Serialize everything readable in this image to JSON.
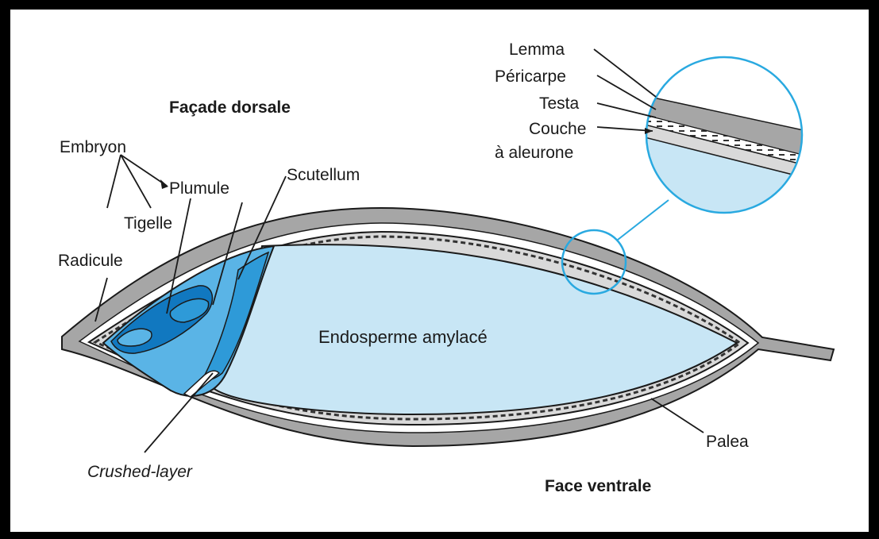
{
  "labels": {
    "lemma": "Lemma",
    "pericarpe": "Péricarpe",
    "testa": "Testa",
    "couche_line1": "Couche",
    "couche_line2": "à aleurone",
    "facade_dorsale": "Façade dorsale",
    "embryon": "Embryon",
    "plumule": "Plumule",
    "scutellum": "Scutellum",
    "tigelle": "Tigelle",
    "radicule": "Radicule",
    "endosperme": "Endosperme amylacé",
    "crushed_layer": "Crushed-layer",
    "palea": "Palea",
    "face_ventrale": "Face ventrale"
  },
  "colors": {
    "frame": "#000000",
    "hull": "#a6a6a6",
    "hull_light": "#d9d9d9",
    "endosperm": "#c8e6f5",
    "embryo_light": "#5ab4e6",
    "embryo_mid": "#2e9ad8",
    "embryo_dark": "#1178c0",
    "magnifier_ring": "#29a9e0",
    "leader": "#1a1a1a"
  }
}
